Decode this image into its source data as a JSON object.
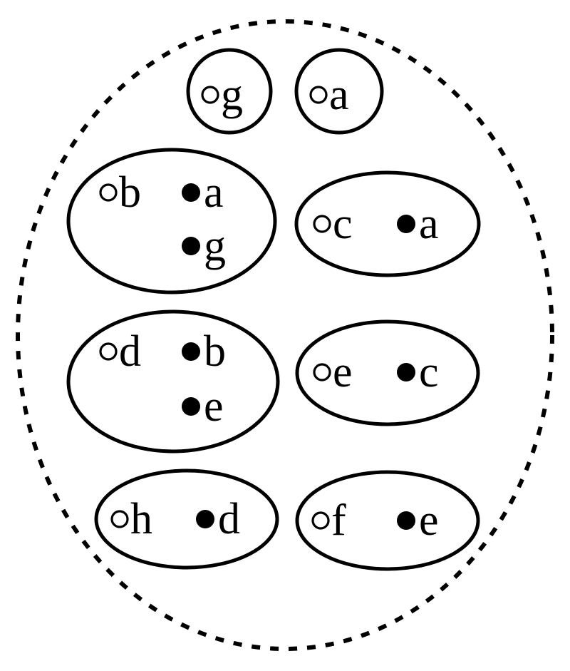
{
  "groups": [
    {
      "id": "g1",
      "open": "g",
      "filled": []
    },
    {
      "id": "g2",
      "open": "a",
      "filled": []
    },
    {
      "id": "g3",
      "open": "b",
      "filled": [
        "a",
        "g"
      ]
    },
    {
      "id": "g4",
      "open": "c",
      "filled": [
        "a"
      ]
    },
    {
      "id": "g5",
      "open": "d",
      "filled": [
        "b",
        "e"
      ]
    },
    {
      "id": "g6",
      "open": "e",
      "filled": [
        "c"
      ]
    },
    {
      "id": "g7",
      "open": "h",
      "filled": [
        "d"
      ]
    },
    {
      "id": "g8",
      "open": "f",
      "filled": [
        "e"
      ]
    }
  ]
}
